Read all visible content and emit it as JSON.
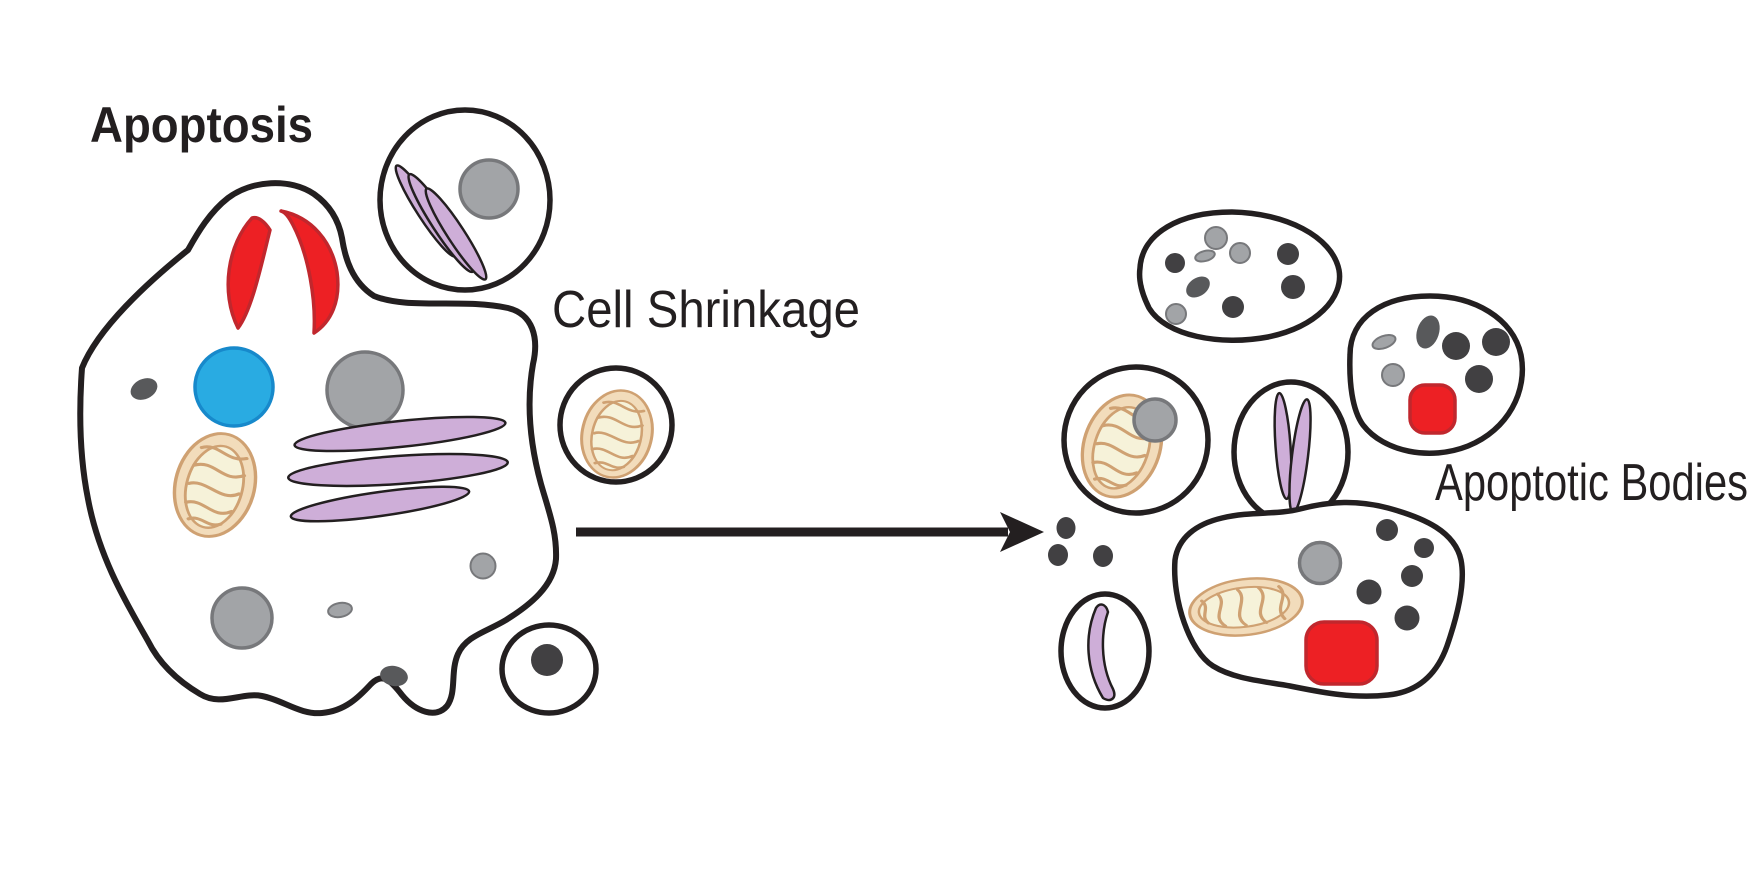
{
  "title": "Apoptosis",
  "labels": {
    "arrow_stage": "Cell Shrinkage",
    "result_stage": "Apoptotic Bodies"
  },
  "colors": {
    "outline": "#231F20",
    "background": "#FFFFFF",
    "red": "#ED2024",
    "red_stroke": "#C1272D",
    "blue": "#29ABE2",
    "blue_stroke": "#1789CB",
    "purple": "#CEAED8",
    "tan": "#F2DCBB",
    "tan_stroke": "#CFA172",
    "cream": "#F6F2D9",
    "gray": "#A2A4A7",
    "gray_stroke": "#77787B",
    "dark_gray": "#414042",
    "mid_gray": "#58595B"
  },
  "scene": {
    "description": "Apoptosis diagram: a blebbing dying cell with organelles shrinks and fragments into apoptotic bodies",
    "dying_cell": {
      "organelles": [
        "striped red vesicle",
        "blue vacuole",
        "gray nucleus",
        "mitochondrion",
        "golgi apparatus",
        "gray nuclear fragment",
        "chromatin granules"
      ],
      "blebs": [
        "bleb with golgi stack and nucleus",
        "bleb with mitochondrion",
        "bleb with condensed dark nucleus"
      ]
    },
    "arrow": {
      "direction": "left-to-right"
    },
    "apoptotic_bodies": [
      "oval body with nuclear fragments and granules",
      "round body with granules and red vesicle",
      "body with mitochondrion and nucleus",
      "body with two golgi fragments",
      "body with single golgi fragment",
      "large body with mitochondrion, nucleus, granules and red vesicle",
      "three free granules"
    ]
  }
}
